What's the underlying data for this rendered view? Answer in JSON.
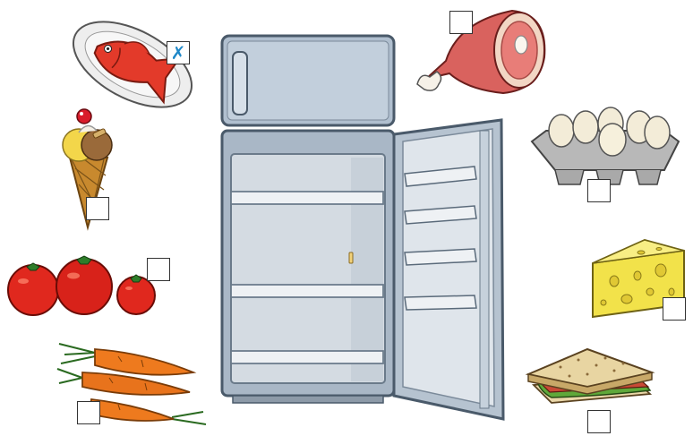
{
  "worksheet": {
    "items": [
      {
        "id": "fish",
        "checked": true,
        "mark": "✗"
      },
      {
        "id": "ham",
        "checked": false,
        "mark": ""
      },
      {
        "id": "ice-cream",
        "checked": false,
        "mark": ""
      },
      {
        "id": "eggs",
        "checked": false,
        "mark": ""
      },
      {
        "id": "tomatoes",
        "checked": false,
        "mark": ""
      },
      {
        "id": "cheese",
        "checked": false,
        "mark": ""
      },
      {
        "id": "carrots",
        "checked": false,
        "mark": ""
      },
      {
        "id": "sandwich",
        "checked": false,
        "mark": ""
      }
    ]
  },
  "colors": {
    "fridge_body": "#a9b7c6",
    "fridge_interior": "#d4dbe2",
    "mark": "#1e88c8"
  }
}
